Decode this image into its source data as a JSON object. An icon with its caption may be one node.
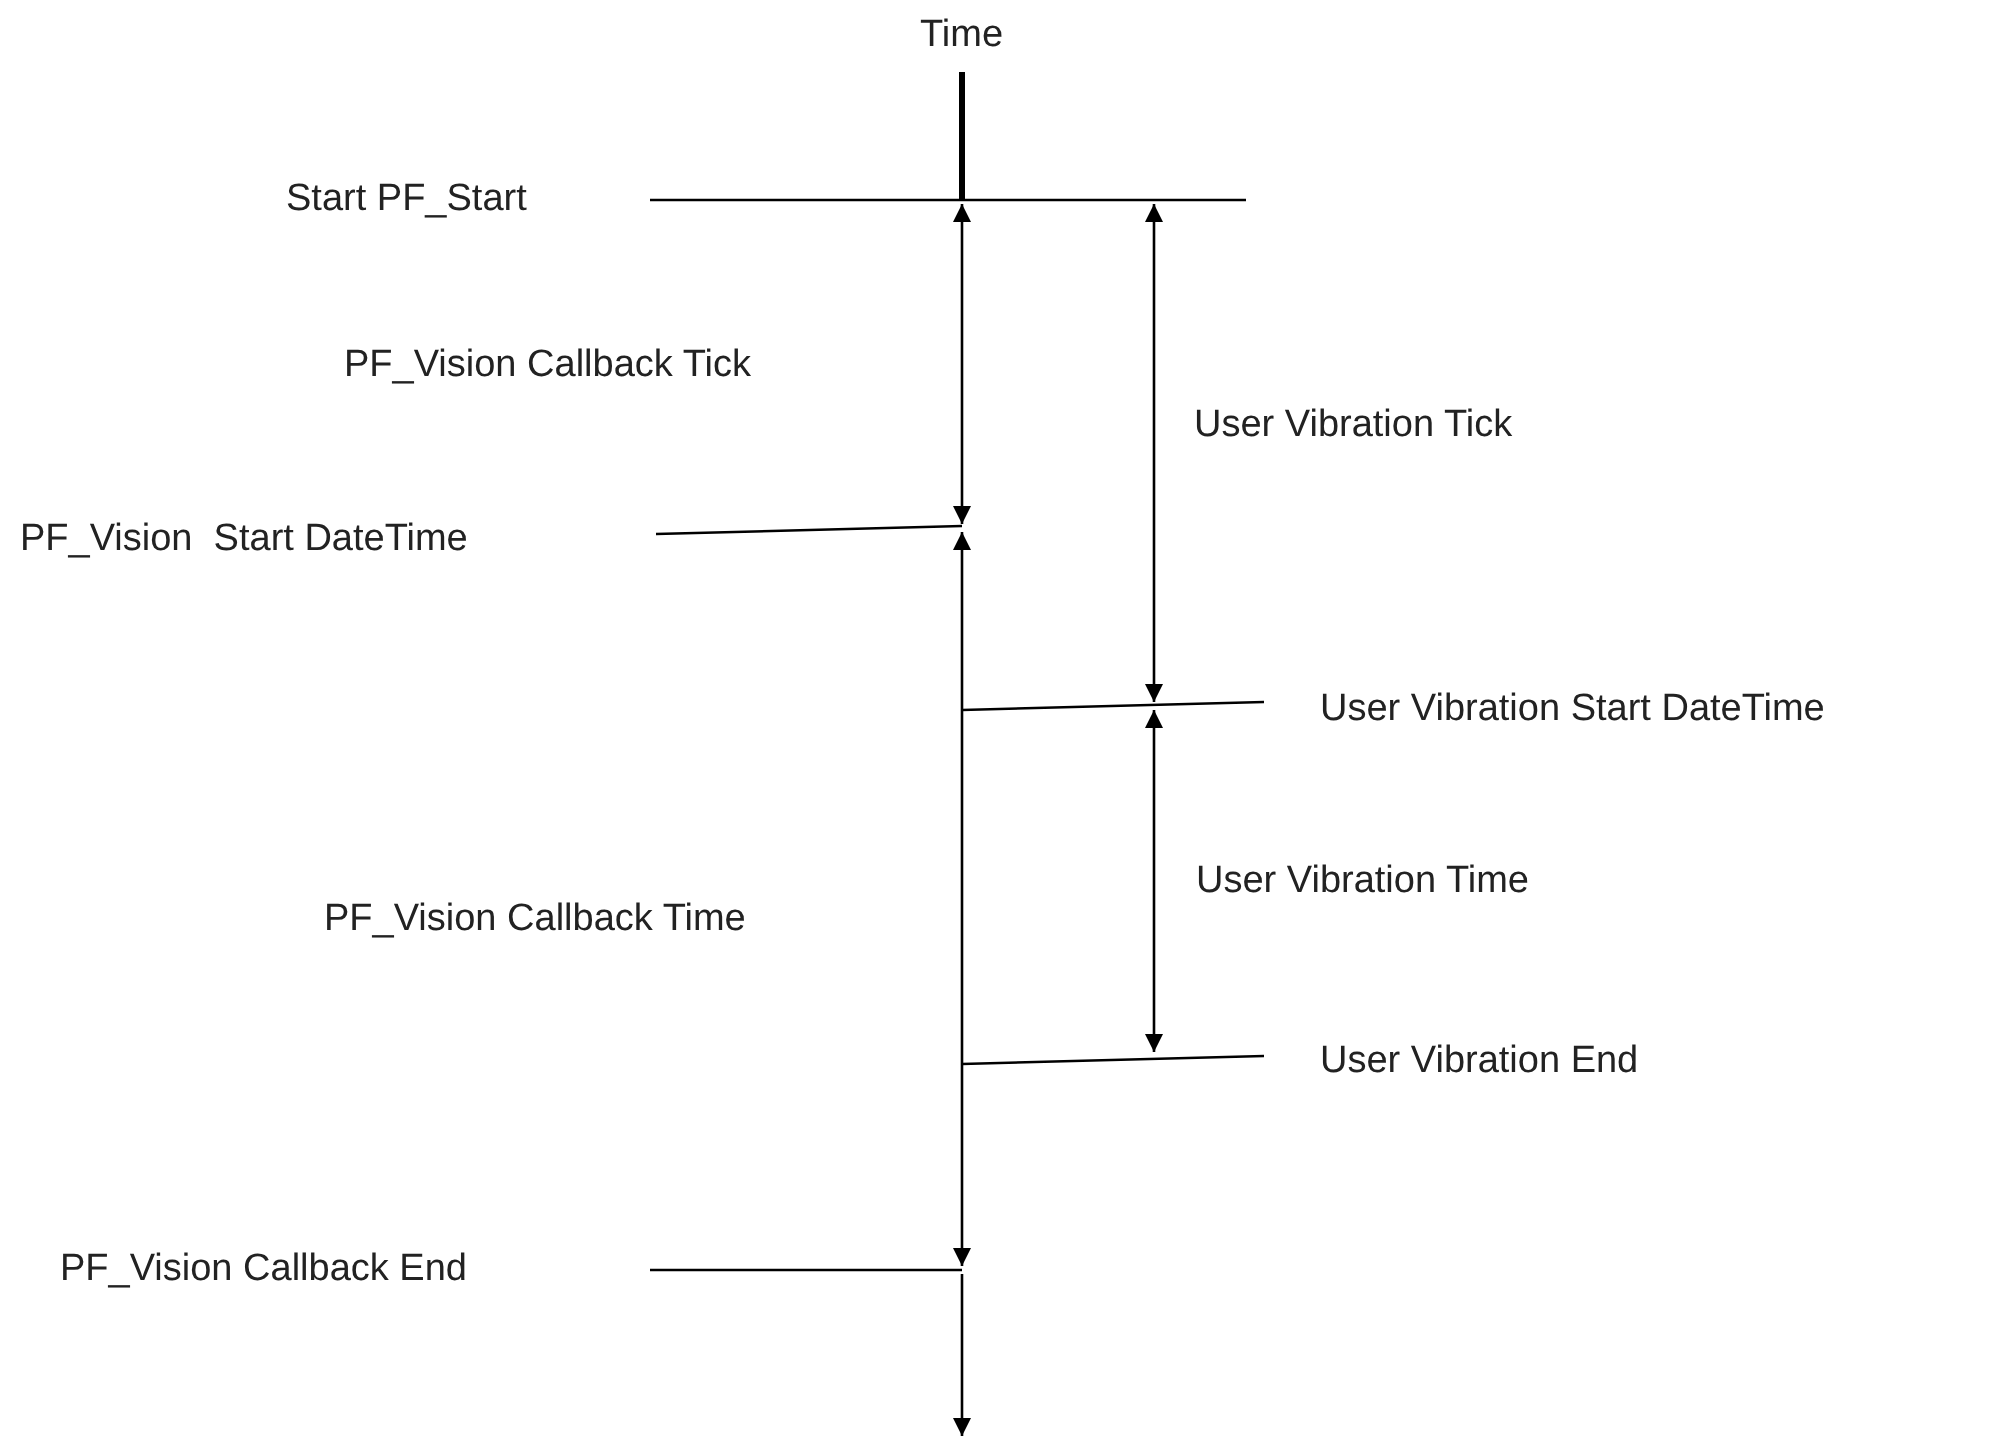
{
  "diagram": {
    "labels": [
      "Time",
      "Start PF_Start",
      "PF_Vision Callback Tick",
      "User Vibration Tick",
      "PF_Vision  Start DateTime",
      "User Vibration Start DateTime",
      "User Vibration Time",
      "PF_Vision Callback Time",
      "User Vibration End",
      "PF_Vision Callback End"
    ]
  }
}
